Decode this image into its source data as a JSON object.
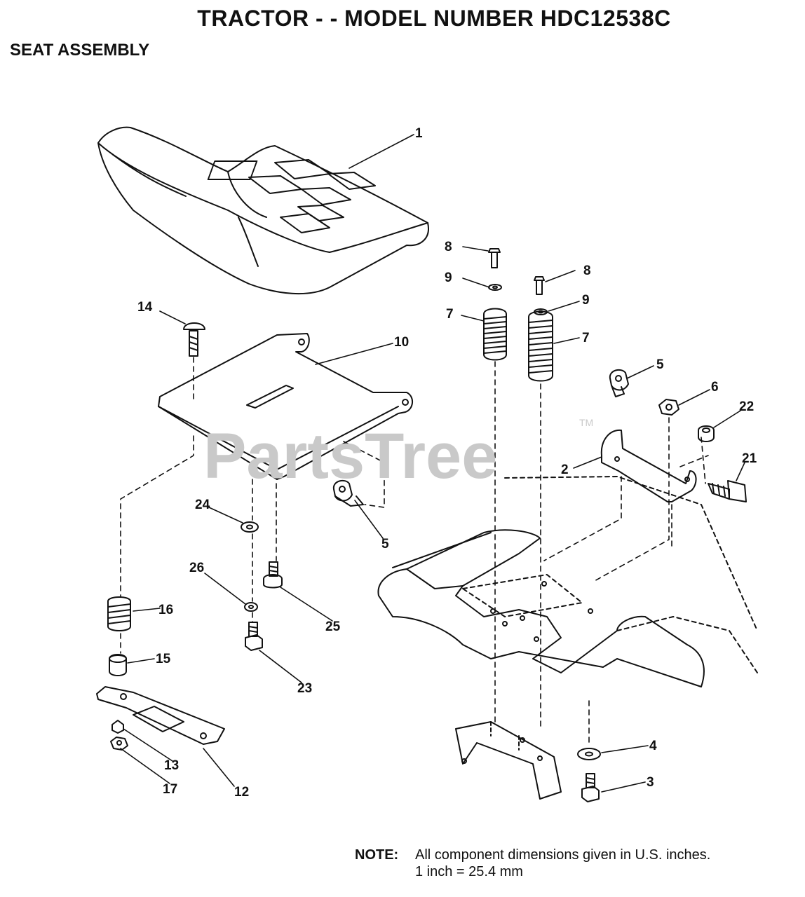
{
  "header": {
    "title": "TRACTOR - - MODEL NUMBER HDC12538C",
    "section": "SEAT ASSEMBLY"
  },
  "watermark": {
    "text": "PartsTree",
    "tm": "TM"
  },
  "callouts": {
    "c1": "1",
    "c2": "2",
    "c3": "3",
    "c4": "4",
    "c5a": "5",
    "c5b": "5",
    "c6": "6",
    "c7a": "7",
    "c7b": "7",
    "c8a": "8",
    "c8b": "8",
    "c9a": "9",
    "c9b": "9",
    "c10": "10",
    "c12": "12",
    "c13": "13",
    "c14": "14",
    "c15": "15",
    "c16": "16",
    "c17": "17",
    "c21": "21",
    "c22": "22",
    "c23": "23",
    "c24": "24",
    "c25": "25",
    "c26": "26"
  },
  "note": {
    "label": "NOTE:",
    "line1": "All component dimensions given in U.S. inches.",
    "line2": "1 inch = 25.4 mm"
  }
}
